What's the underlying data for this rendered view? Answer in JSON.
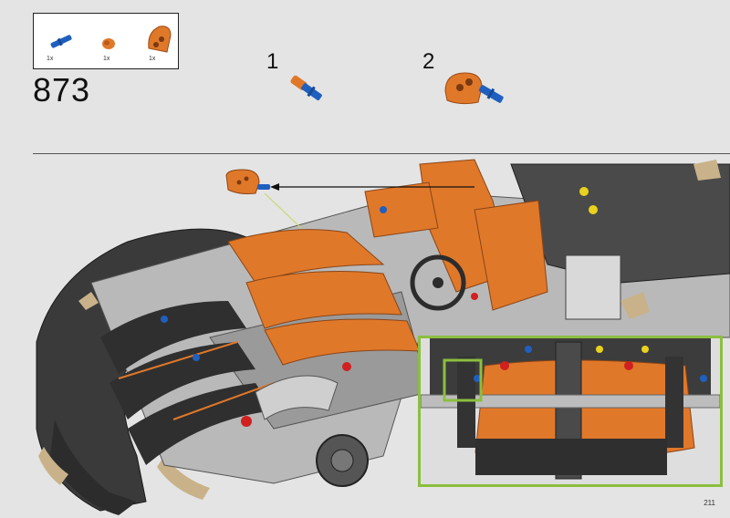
{
  "parts_list": [
    {
      "name": "blue-axle-pin",
      "qty": "1x",
      "color": "#1f5fbf"
    },
    {
      "name": "orange-bush",
      "qty": "1x",
      "color": "#e0782a"
    },
    {
      "name": "orange-curved-panel",
      "qty": "1x",
      "color": "#e0782a"
    }
  ],
  "step": {
    "number": "873"
  },
  "substeps": [
    {
      "label": "1"
    },
    {
      "label": "2"
    }
  ],
  "page": {
    "number": "211"
  },
  "colors": {
    "orange": "#e0782a",
    "blue": "#1f5fbf",
    "dark_gray": "#3a3a3a",
    "light_gray": "#b9b9b9",
    "tan": "#c9b28a",
    "inset_border": "#8bbf3f",
    "background": "#e4e4e4"
  }
}
